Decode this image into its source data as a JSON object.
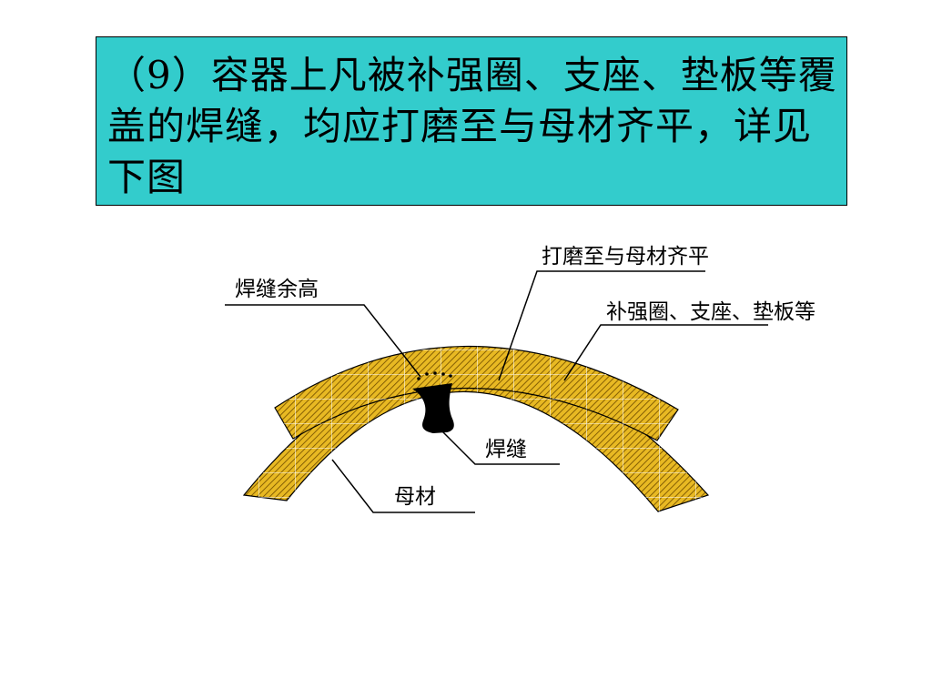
{
  "slide": {
    "title_text": "（9）容器上凡被补强圈、支座、垫板等覆盖的焊缝，均应打磨至与母材齐平，详见下图"
  },
  "diagram": {
    "labels": {
      "weld_reinforcement": "焊缝余高",
      "grind_flush": "打磨至与母材齐平",
      "reinforcing_ring": "补强圈、支座、垫板等",
      "weld": "焊缝",
      "base_metal": "母材"
    },
    "colors": {
      "plate_fill": "#e8b923",
      "hatch": "#7a5500",
      "grid": "#ffffff",
      "weld": "#000000",
      "title_bg": "#33cccc"
    }
  }
}
